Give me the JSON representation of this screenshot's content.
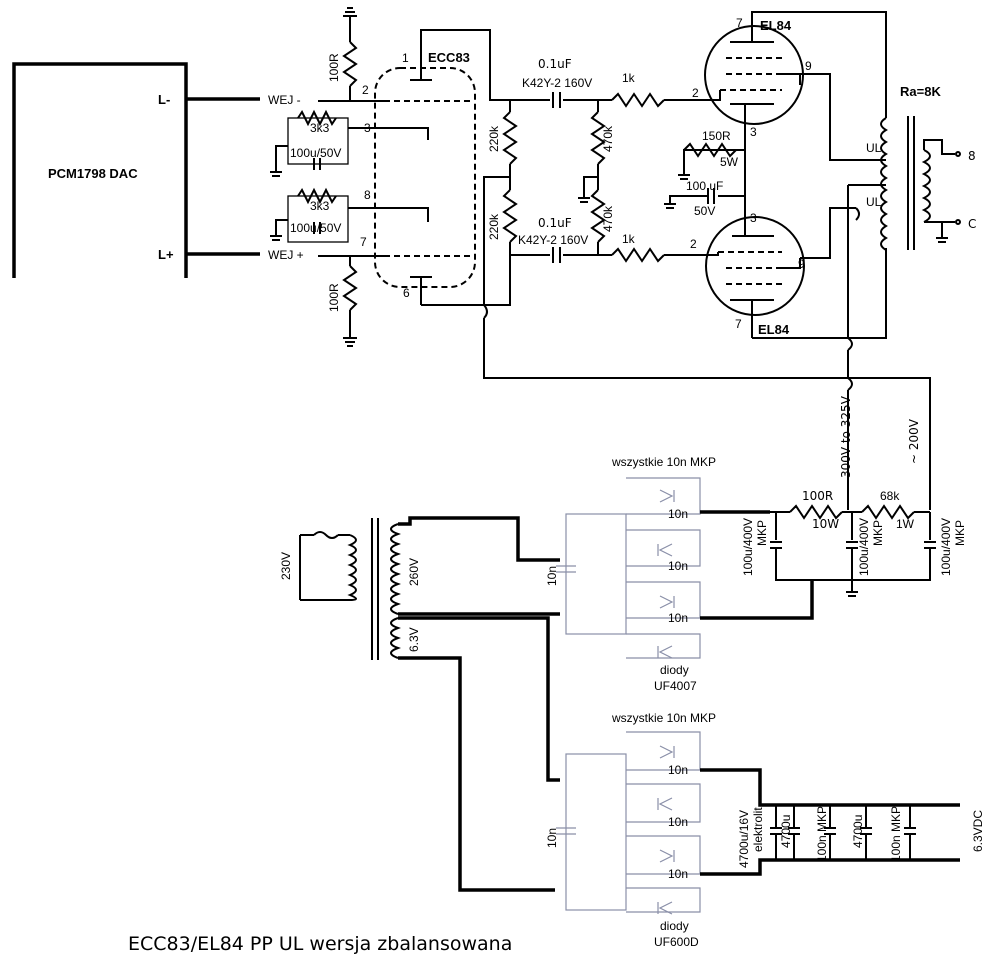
{
  "dac": {
    "name": "PCM1798 DAC",
    "out_minus": "L-",
    "out_plus": "L+"
  },
  "input": {
    "minus": "WEJ -",
    "plus": "WEJ +"
  },
  "preamp": {
    "tube": "ECC83",
    "pins": {
      "p1": "1",
      "p2": "2",
      "p3": "3",
      "p8": "8",
      "p7": "7",
      "p6": "6"
    },
    "grid_resistor": "100R",
    "cathode_resistor": "3k3",
    "cathode_cap": "100u/50V",
    "plate_load": "220k"
  },
  "coupling": {
    "cap": "0.1uF",
    "cap_type": "K42Y-2 160V",
    "grid_stopper": "1k",
    "grid_leak": "470k"
  },
  "output": {
    "tube": "EL84",
    "pins": {
      "p7": "7",
      "p9": "9",
      "p2": "2",
      "p3": "3"
    },
    "cathode_resistor": "150R",
    "cathode_resistor_power": "5W",
    "cathode_cap": "100 uF",
    "cathode_cap_voltage": "50V"
  },
  "opt": {
    "ra": "Ra=8K",
    "ul": "UL",
    "tap8": "8",
    "tapC": "C"
  },
  "psu": {
    "b_plus": "300V to 325V",
    "b_mid": "~ 200V",
    "mains": "230V",
    "sec_hv": "260V",
    "sec_heater": "6.3V",
    "snubber_note": "wszystkie 10n MKP",
    "snubber_cap": "10n",
    "diode_label": "diody",
    "hv_diode": "UF4007",
    "heater_diode": "UF600D",
    "r1": "100R",
    "r1_power": "10W",
    "r2": "68k",
    "r2_power": "1W",
    "filter_cap": "100u/400V",
    "filter_type": "MKP",
    "heater_bulk": "4700u/16V",
    "heater_bulk_type": "elektrolit",
    "heater_cap": "4700u",
    "heater_mkp": "100n MKP",
    "heater_out": "6.3VDC"
  },
  "title": "ECC83/EL84 PP UL wersja zbalansowana"
}
